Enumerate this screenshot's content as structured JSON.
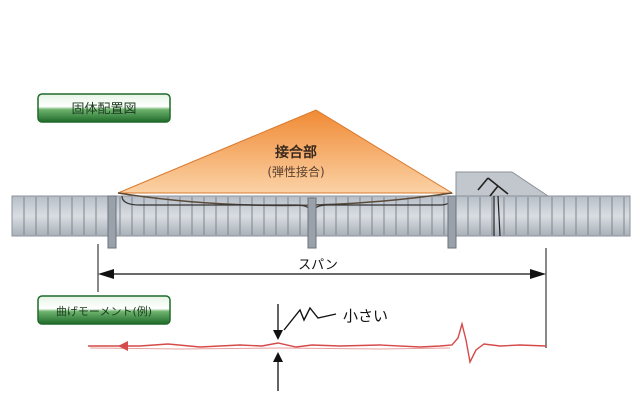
{
  "labels": {
    "layout_badge": "固体配置図",
    "moment_badge": "曲げモーメント(例)",
    "joint_title": "接合部",
    "joint_subtitle": "(弾性接合)",
    "span_label": "スパン",
    "small_label": "小さい"
  },
  "colors": {
    "badge_green": "#2e7d3a",
    "joint_fill": "#f5a05a",
    "beam_fill": "#c9cfd6",
    "curve_red": "#d64a4a"
  }
}
